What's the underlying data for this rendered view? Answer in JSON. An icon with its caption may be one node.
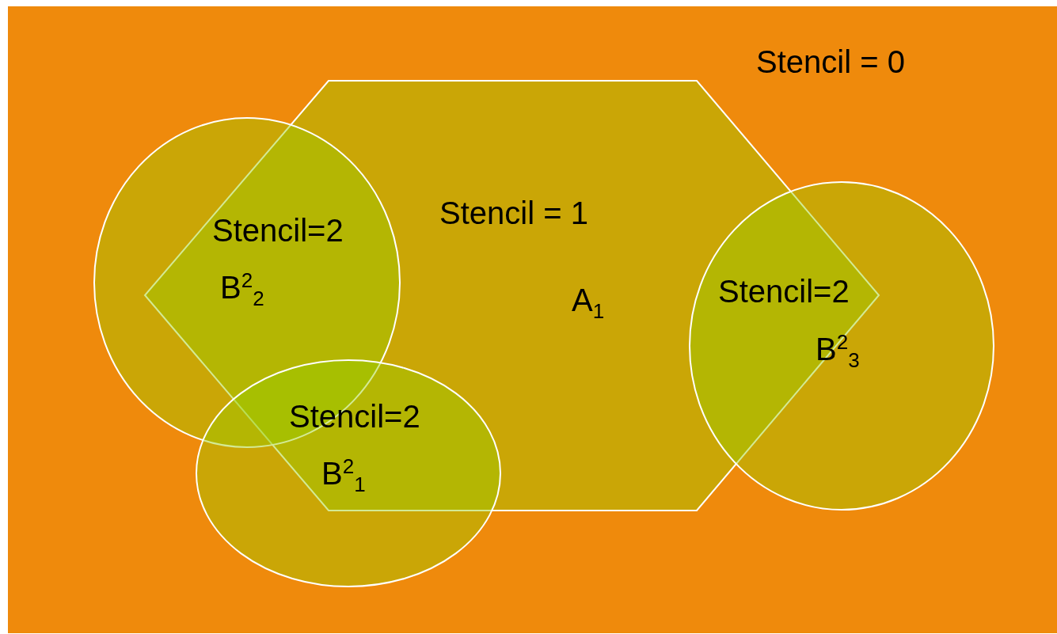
{
  "diagram": {
    "nodes": [
      {
        "text": [
          "Stencil = 1",
          "A$_{1}$"
        ]
      },
      {
        "text": [
          "Stencil=2",
          "B$^{2}$$_{2}$"
        ]
      },
      {
        "text": [
          "Stencil=2",
          "B$^{2}$$_{1}$"
        ]
      },
      {
        "text": [
          "Stencil=2",
          "B$^{2}$$_{3}$"
        ]
      }
    ],
    "labels": [
      "Stencil = 0"
    ]
  }
}
